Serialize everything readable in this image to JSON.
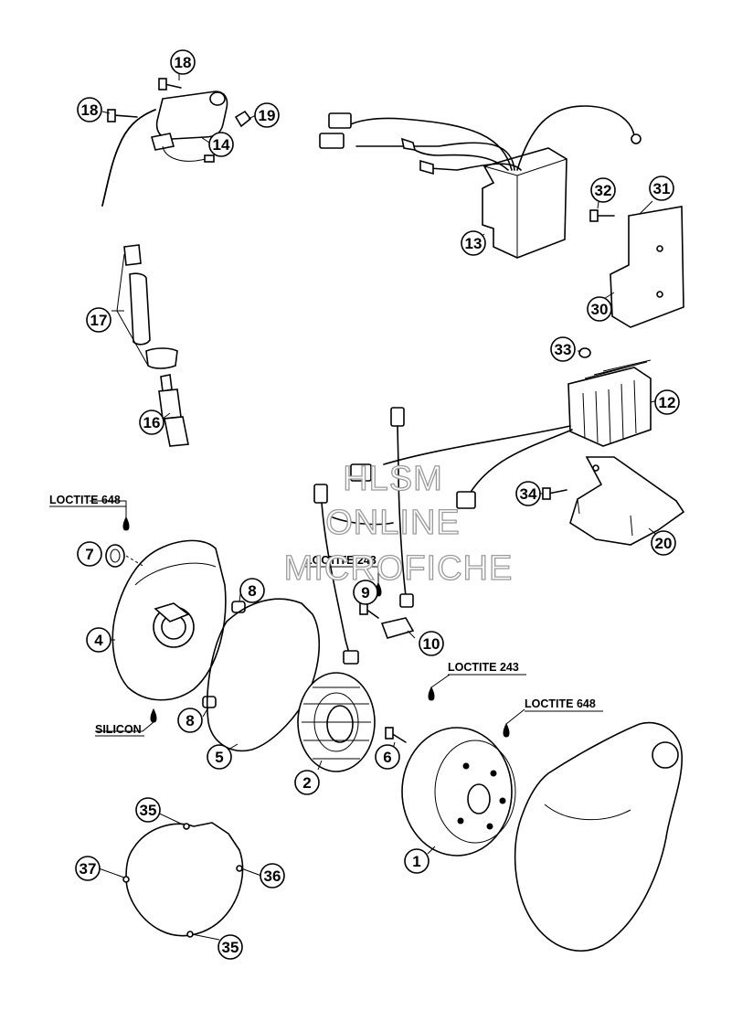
{
  "watermark": {
    "line1": "HLSM",
    "line2": "ONLINE",
    "line3": "MICROFICHE"
  },
  "callouts": [
    {
      "id": "c18a",
      "label": "18"
    },
    {
      "id": "c18b",
      "label": "18"
    },
    {
      "id": "c19",
      "label": "19"
    },
    {
      "id": "c14",
      "label": "14"
    },
    {
      "id": "c13",
      "label": "13"
    },
    {
      "id": "c32",
      "label": "32"
    },
    {
      "id": "c31",
      "label": "31"
    },
    {
      "id": "c30",
      "label": "30"
    },
    {
      "id": "c17",
      "label": "17"
    },
    {
      "id": "c33",
      "label": "33"
    },
    {
      "id": "c12",
      "label": "12"
    },
    {
      "id": "c16",
      "label": "16"
    },
    {
      "id": "c34",
      "label": "34"
    },
    {
      "id": "c20",
      "label": "20"
    },
    {
      "id": "c7",
      "label": "7"
    },
    {
      "id": "c8a",
      "label": "8"
    },
    {
      "id": "c9",
      "label": "9"
    },
    {
      "id": "c4",
      "label": "4"
    },
    {
      "id": "c10",
      "label": "10"
    },
    {
      "id": "c8b",
      "label": "8"
    },
    {
      "id": "c5",
      "label": "5"
    },
    {
      "id": "c6",
      "label": "6"
    },
    {
      "id": "c2",
      "label": "2"
    },
    {
      "id": "c1",
      "label": "1"
    },
    {
      "id": "c35a",
      "label": "35"
    },
    {
      "id": "c37",
      "label": "37"
    },
    {
      "id": "c36",
      "label": "36"
    },
    {
      "id": "c35b",
      "label": "35"
    }
  ],
  "notes": {
    "loctite648_left": "LOCTITE 648",
    "loctite243_mid": "LOCTITE 243",
    "silicon": "SILICON",
    "loctite243_right": "LOCTITE 243",
    "loctite648_right": "LOCTITE 648"
  }
}
